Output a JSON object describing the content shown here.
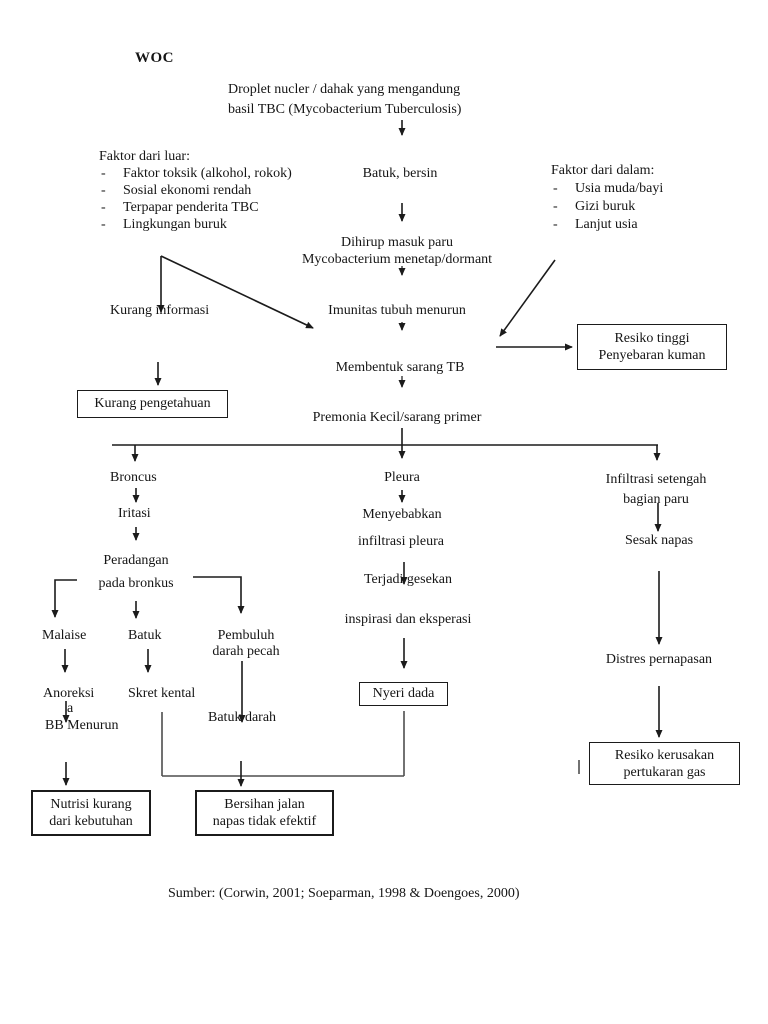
{
  "colors": {
    "background": "#ffffff",
    "text": "#151515",
    "line": "#1b1b1b"
  },
  "title": "WOC",
  "bullet": "-",
  "source_caption": "Sumber: (Corwin, 2001; Soeparman, 1998 & Doengoes, 2000)",
  "nodes": {
    "droplet": "Droplet nucler / dahak yang mengandung\nbasil TBC (Mycobacterium Tuberculosis)",
    "faktor_luar": {
      "heading": "Faktor dari luar:",
      "items": [
        "Faktor toksik (alkohol, rokok)",
        "Sosial ekonomi rendah",
        "Terpapar penderita TBC",
        "Lingkungan buruk"
      ]
    },
    "faktor_dalam": {
      "heading": "Faktor dari dalam:",
      "items": [
        "Usia muda/bayi",
        "Gizi buruk",
        "Lanjut usia"
      ]
    },
    "batuk_bersin": "Batuk, bersin",
    "dihirup": "Dihirup masuk paru\nMycobacterium menetap/dormant",
    "kurang_informasi": "Kurang informasi",
    "imunitas_menurun": "Imunitas tubuh menurun",
    "membentuk_sarang": "Membentuk sarang TB",
    "resiko_tinggi": "Resiko tinggi\nPenyebaran kuman",
    "kurang_pengetahuan": "Kurang pengetahuan",
    "premonia": "Premonia Kecil/sarang primer",
    "broncus": "Broncus",
    "pleura": "Pleura",
    "infiltrasi_setengah": "Infiltrasi setengah\nbagian paru",
    "iritasi": "Iritasi",
    "menyebabkan": "Menyebabkan",
    "infiltrasi_pleura": "infiltrasi pleura",
    "sesak_napas": "Sesak napas",
    "peradangan": "Peradangan\npada bronkus",
    "terjadi_gesekan": "Terjadi gesekan",
    "inspirasi_eksperasi": "inspirasi dan eksperasi",
    "malaise": "Malaise",
    "batuk": "Batuk",
    "pembuluh_darah": "Pembuluh\ndarah pecah",
    "distres": "Distres pernapasan",
    "anoreksia_line1": "Anoreksi",
    "anoreksia_line2": "a",
    "bb_menurun": "BB Menurun",
    "skret_kental": "Skret kental",
    "batuk_darah": "Batuk darah",
    "nyeri_dada": "Nyeri dada",
    "resiko_kerusakan": "Resiko kerusakan\npertukaran gas",
    "nutrisi_kurang": "Nutrisi kurang\ndari kebutuhan",
    "bersihan_jalan": "Bersihan jalan\nnapas tidak efektif"
  },
  "edges": [
    {
      "from": "droplet",
      "to": "batuk_bersin"
    },
    {
      "from": "batuk_bersin",
      "to": "dihirup"
    },
    {
      "from": "dihirup",
      "to": "imunitas_menurun"
    },
    {
      "from": "faktor_luar",
      "to": "kurang_informasi"
    },
    {
      "from": "faktor_luar",
      "to": "imunitas_menurun"
    },
    {
      "from": "faktor_dalam",
      "to": "resiko_tinggi"
    },
    {
      "from": "imunitas_menurun",
      "to": "resiko_tinggi"
    },
    {
      "from": "kurang_informasi",
      "to": "kurang_pengetahuan"
    },
    {
      "from": "imunitas_menurun",
      "to": "membentuk_sarang"
    },
    {
      "from": "membentuk_sarang",
      "to": "premonia"
    },
    {
      "from": "premonia",
      "to": "broncus"
    },
    {
      "from": "premonia",
      "to": "pleura"
    },
    {
      "from": "premonia",
      "to": "infiltrasi_setengah"
    },
    {
      "from": "broncus",
      "to": "iritasi"
    },
    {
      "from": "iritasi",
      "to": "peradangan"
    },
    {
      "from": "peradangan",
      "to": "malaise"
    },
    {
      "from": "peradangan",
      "to": "batuk"
    },
    {
      "from": "peradangan",
      "to": "pembuluh_darah"
    },
    {
      "from": "malaise",
      "to": "anoreksia"
    },
    {
      "from": "anoreksia",
      "to": "bb_menurun"
    },
    {
      "from": "bb_menurun",
      "to": "nutrisi_kurang"
    },
    {
      "from": "batuk",
      "to": "skret_kental"
    },
    {
      "from": "pembuluh_darah",
      "to": "batuk_darah"
    },
    {
      "from": "skret_kental",
      "to": "bersihan_jalan"
    },
    {
      "from": "batuk_darah",
      "to": "bersihan_jalan"
    },
    {
      "from": "nyeri_dada",
      "to": "bersihan_jalan"
    },
    {
      "from": "pleura",
      "to": "menyebabkan"
    },
    {
      "from": "menyebabkan",
      "to": "terjadi_gesekan"
    },
    {
      "from": "terjadi_gesekan",
      "to": "nyeri_dada"
    },
    {
      "from": "infiltrasi_setengah",
      "to": "sesak_napas"
    },
    {
      "from": "sesak_napas",
      "to": "distres"
    },
    {
      "from": "distres",
      "to": "resiko_kerusakan"
    }
  ]
}
